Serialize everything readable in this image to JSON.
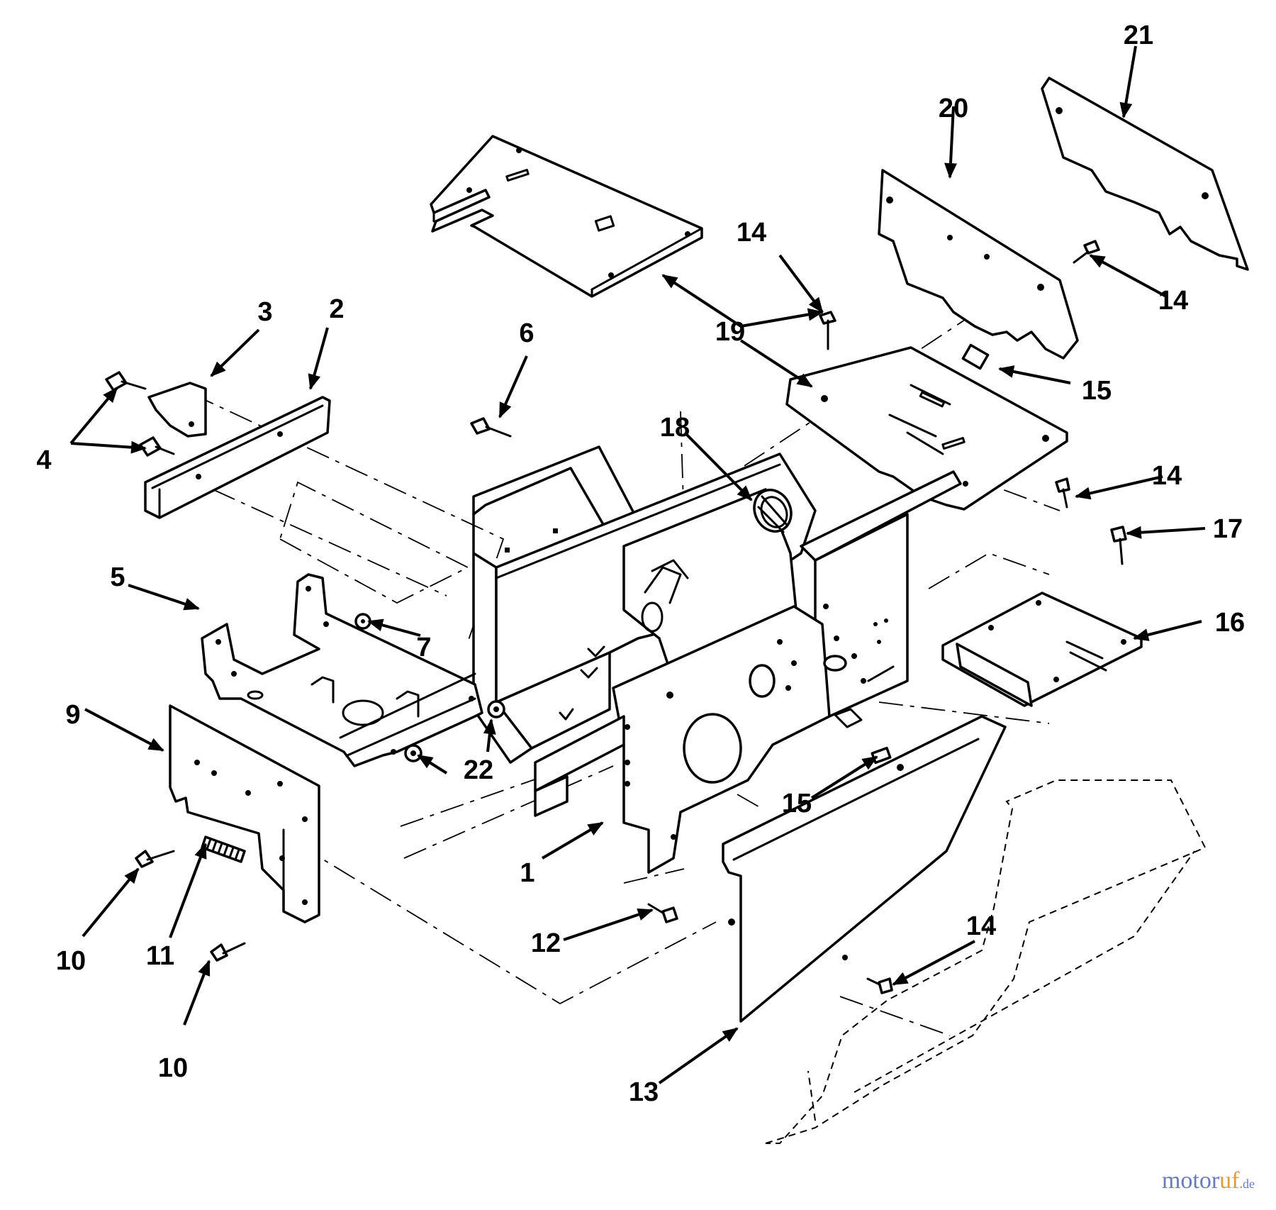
{
  "diagram": {
    "labels": {
      "p1": "1",
      "p2": "2",
      "p3": "3",
      "p4": "4",
      "p5": "5",
      "p6": "6",
      "p7": "7",
      "p9": "9",
      "p10a": "10",
      "p10b": "10",
      "p11": "11",
      "p12": "12",
      "p13": "13",
      "p14a": "14",
      "p14b": "14",
      "p14c": "14",
      "p14d": "14",
      "p15a": "15",
      "p15b": "15",
      "p16": "16",
      "p17": "17",
      "p18": "18",
      "p19": "19",
      "p20": "20",
      "p21": "21",
      "p22": "22"
    },
    "watermark": {
      "part1": "motor",
      "part2": "uf",
      "part3": ".de"
    }
  }
}
